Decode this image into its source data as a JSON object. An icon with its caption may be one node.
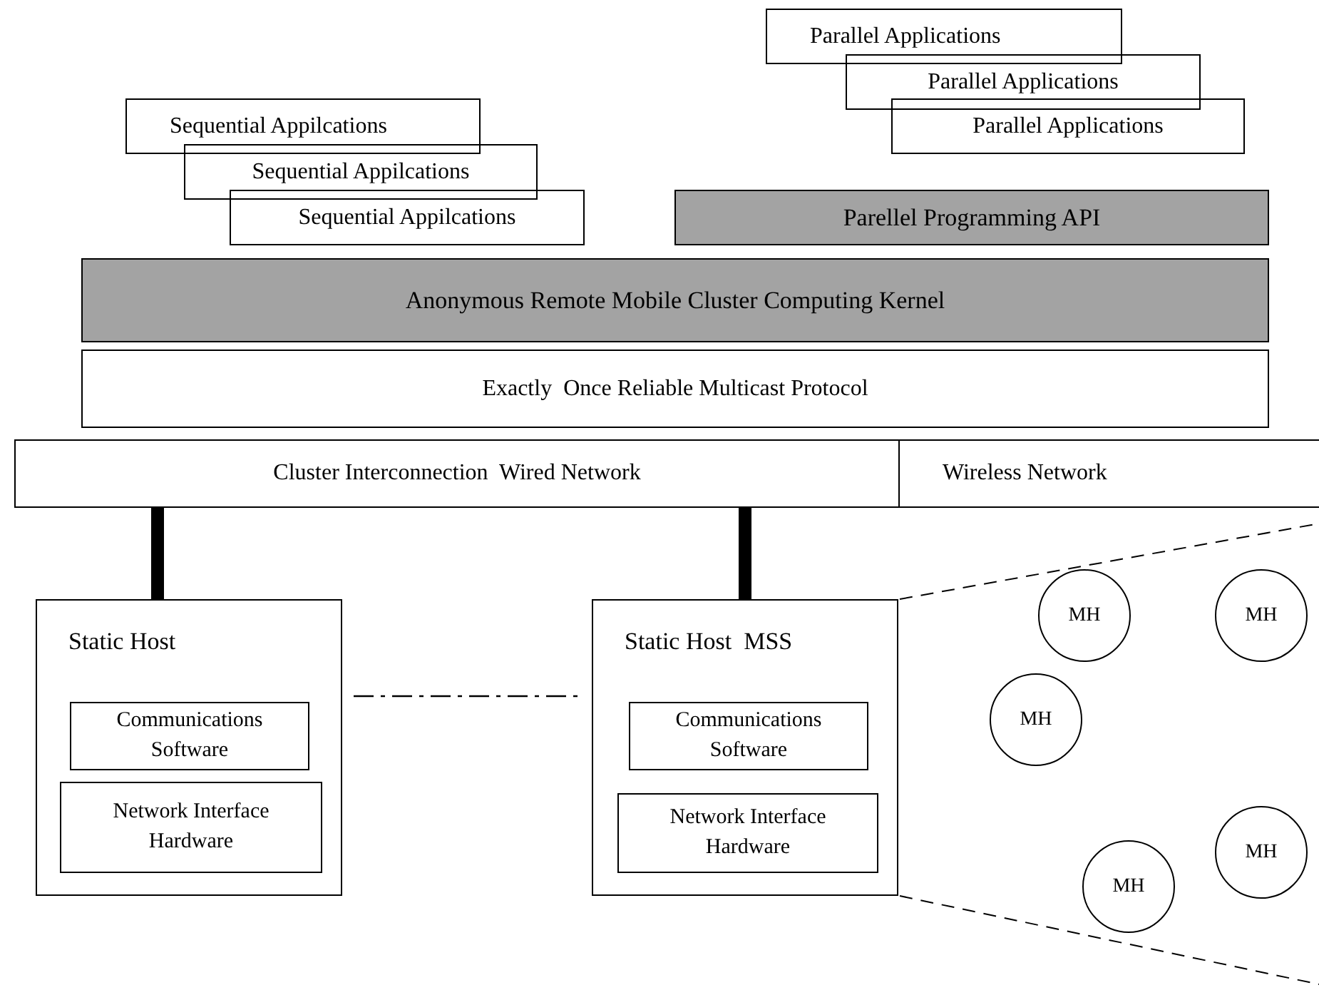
{
  "diagram": {
    "nodes": [
      {
        "text": [
          "Sequential Appilcations"
        ]
      },
      {
        "text": [
          "Sequential Appilcations"
        ]
      },
      {
        "text": [
          "Sequential Appilcations"
        ]
      },
      {
        "text": [
          "Parallel Applications"
        ]
      },
      {
        "text": [
          "Parallel Applications"
        ]
      },
      {
        "text": [
          "Parallel Applications"
        ]
      },
      {
        "text": [
          "Parellel Programming API"
        ]
      },
      {
        "text": [
          "Anonymous Remote Mobile Cluster Computing Kernel"
        ]
      },
      {
        "text": [
          "Exactly  Once Reliable Multicast Protocol"
        ]
      },
      {
        "text": [
          "Cluster Interconnection  Wired Network"
        ]
      },
      {
        "text": [
          "Wireless Network"
        ]
      },
      {
        "text": [
          "Static Host"
        ]
      },
      {
        "text": [
          "Communications Software"
        ],
        "in": 11
      },
      {
        "text": [
          "Network Interface Hardware"
        ],
        "in": 11
      },
      {
        "text": [
          "Static Host  MSS"
        ]
      },
      {
        "text": [
          "Communications Software"
        ],
        "in": 14
      },
      {
        "text": [
          "Network Interface Hardware"
        ],
        "in": 14
      },
      {
        "text": [
          "MH"
        ]
      },
      {
        "text": [
          "MH"
        ]
      },
      {
        "text": [
          "MH"
        ]
      },
      {
        "text": [
          "MH"
        ]
      },
      {
        "text": [
          "MH"
        ]
      }
    ],
    "edges": [
      {
        "from": 9,
        "to": 11,
        "arrow": "none"
      },
      {
        "from": 9,
        "to": 14,
        "arrow": "none"
      },
      {
        "from": 11,
        "to": 14,
        "arrow": "none",
        "style": "dashed"
      }
    ]
  }
}
